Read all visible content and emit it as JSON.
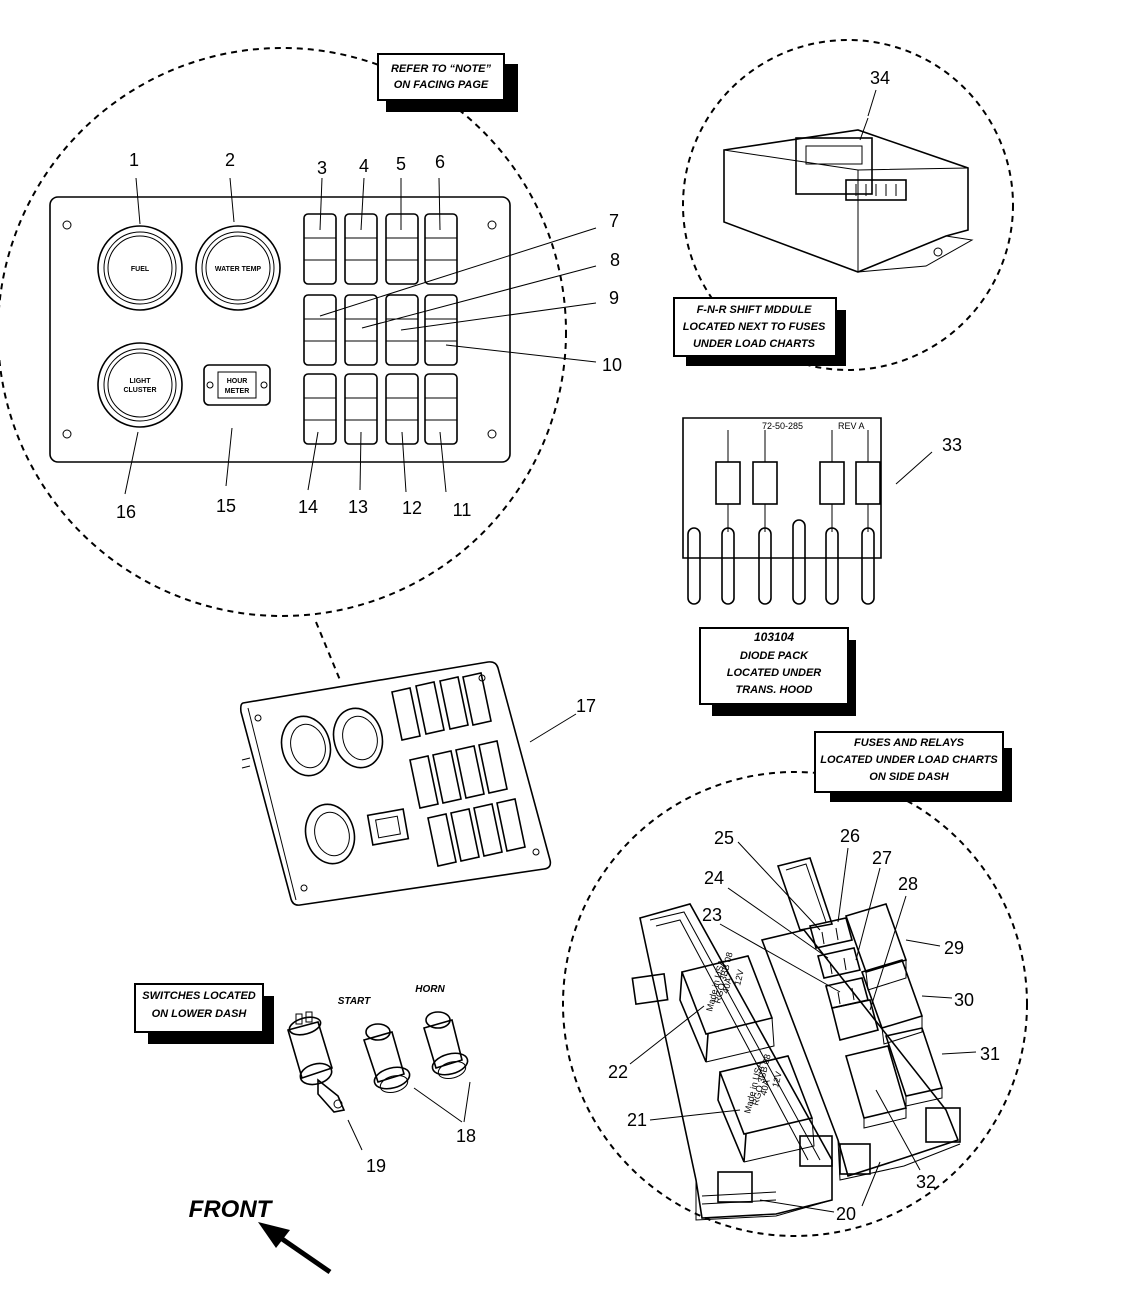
{
  "callouts": {
    "refer_note": [
      "REFER TO “NOTE”",
      "ON FACING PAGE"
    ],
    "fnr_module": [
      "F-N-R SHIFT MDDULE",
      "LOCATED NEXT TO FUSES",
      "UNDER LOAD CHARTS"
    ],
    "diode_pack": [
      "103104",
      "DIODE PACK",
      "LOCATED UNDER",
      "TRANS. HOOD"
    ],
    "fuses_relays": [
      "FUSES AND RELAYS",
      "LOCATED UNDER LOAD CHARTS",
      "ON SIDE DASH"
    ],
    "switches_lower": [
      "SWITCHES LOCATED",
      "ON LOWER DASH"
    ]
  },
  "panel": {
    "fuel": "FUEL",
    "water_temp": "WATER TEMP",
    "light_cluster": [
      "LIGHT",
      "CLUSTER"
    ],
    "hour_meter": [
      "HOUR",
      "METER"
    ]
  },
  "relay": {
    "volt": "12V",
    "code1": "40A",
    "code2": "RGO 3BB 08",
    "made": "Made in USA"
  },
  "diode_board": {
    "part": "72-50-285",
    "rev": "REV A"
  },
  "labels": {
    "start": "START",
    "horn": "HORN",
    "front": "FRONT"
  },
  "callout_numbers": [
    "1",
    "2",
    "3",
    "4",
    "5",
    "6",
    "7",
    "8",
    "9",
    "10",
    "11",
    "12",
    "13",
    "14",
    "15",
    "16",
    "17",
    "18",
    "19",
    "20",
    "21",
    "22",
    "23",
    "24",
    "25",
    "26",
    "27",
    "28",
    "29",
    "30",
    "31",
    "32",
    "33",
    "34"
  ]
}
